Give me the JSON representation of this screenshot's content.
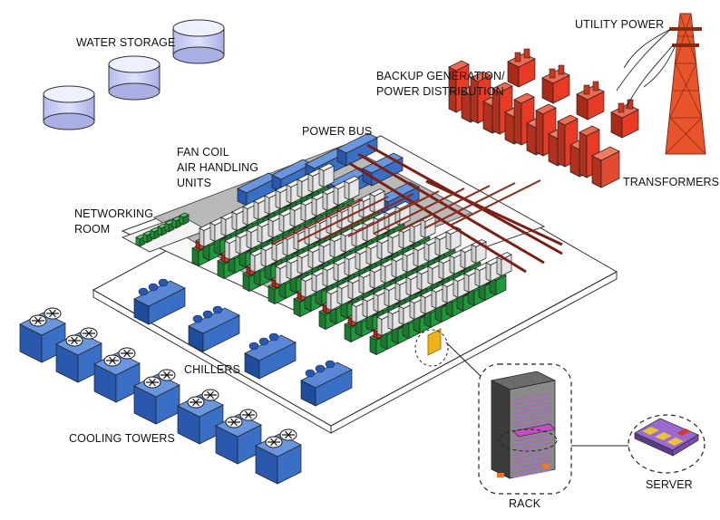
{
  "labels": {
    "water_storage": "WATER STORAGE",
    "utility_power": "UTILITY POWER",
    "backup_generation": "BACKUP GENERATION/\nPOWER DISTRIBUTION",
    "power_bus": "POWER BUS",
    "fan_coil": "FAN COIL\nAIR HANDLING\nUNITS",
    "networking_room": "NETWORKING\nROOM",
    "transformers": "TRANSFORMERS",
    "chillers": "CHILLERS",
    "cooling_towers": "COOLING TOWERS",
    "rack": "RACK",
    "server": "SERVER"
  },
  "colors": {
    "water_tank": "#c9cdf2",
    "equipment_blue": "#3a6fc6",
    "rack_green": "#1f9a3a",
    "power_red": "#e83a25",
    "highlight_rack": "#f0b21a",
    "floor_gray": "#b9b9b9",
    "outline": "#333333"
  },
  "icons": [
    "water-tank-icon",
    "utility-tower-icon",
    "transformer-icon",
    "generator-icon",
    "chiller-icon",
    "cooling-tower-icon",
    "rack-icon",
    "server-icon"
  ]
}
